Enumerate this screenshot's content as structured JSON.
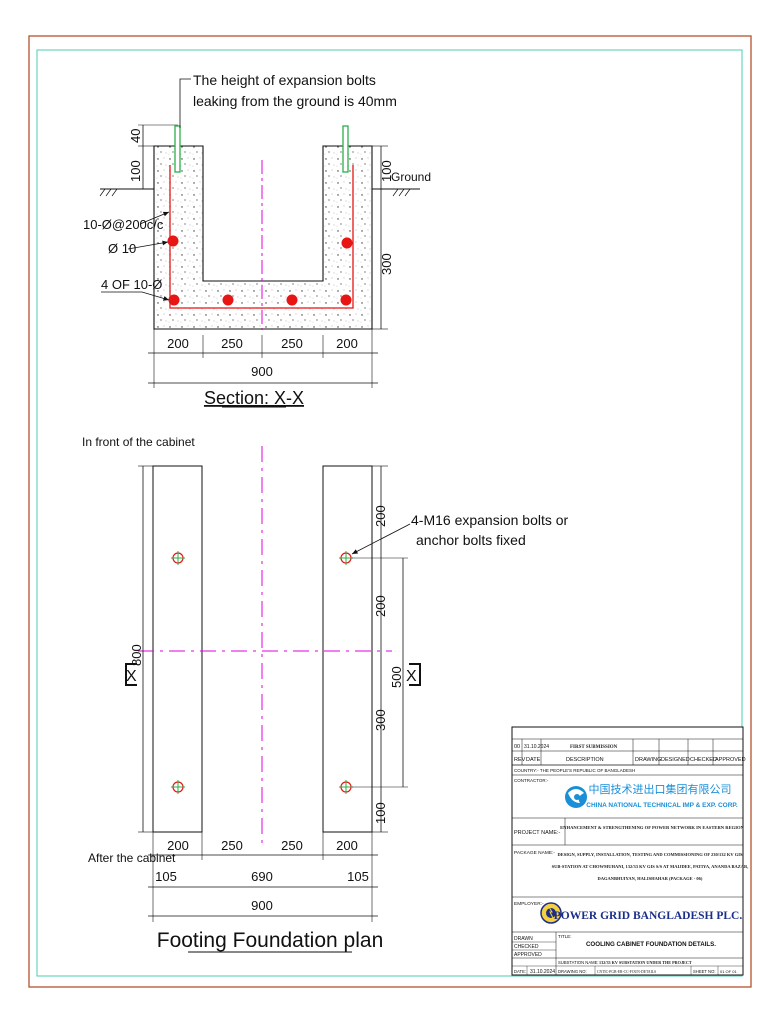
{
  "section": {
    "annotation_line1": "The height of expansion bolts",
    "annotation_line2": "leaking from the ground is 40mm",
    "dim_40": "40",
    "dim_100_left": "100",
    "dim_100_right": "100",
    "dim_300": "300",
    "ground_label": "Ground",
    "stirrup_label": "10-Ø@200c/c",
    "bar_label": "Ø 10",
    "bottom_bars_label": "4 OF 10-Ø",
    "dims_bottom": [
      "200",
      "250",
      "250",
      "200"
    ],
    "dim_total": "900",
    "title": "Section: X-X"
  },
  "plan": {
    "front_label": "In front of the cabinet",
    "bolts_label_line1": "4-M16 expansion bolts or",
    "bolts_label_line2": "anchor bolts fixed",
    "dims_right": [
      "200",
      "200",
      "300",
      "100"
    ],
    "dim_500": "500",
    "dim_800": "800",
    "x_label_left": "X",
    "x_label_right": "X",
    "dims_bottom": [
      "200",
      "250",
      "250",
      "200"
    ],
    "after_label": "After the cabinet",
    "dims_second": [
      "105",
      "690",
      "105"
    ],
    "dim_total": "900",
    "title": "Footing Foundation plan"
  },
  "title_block": {
    "rev_no": "00",
    "rev_date": "31.10.2024",
    "rev_desc": "FIRST SUBMISSION",
    "headers": [
      "REV",
      "DATE",
      "DESCRIPTION",
      "DRAWING",
      "DESIGNED",
      "CHECKED",
      "APPROVED"
    ],
    "country": "COUNTRY:- THE PEOPLE'S REPUBLIC OF BANGLADESH",
    "contractor_label": "CONTRACTOR:-",
    "contractor_cn": "中国技术进出口集团有限公司",
    "contractor_en": "CHINA NATIONAL TECHNICAL IMP & EXP. CORP.",
    "project_label": "PROJECT NAME:-",
    "project_name": "ENHANCEMENT & STRENGTHENING OF POWER NETWORK IN EASTERN REGION",
    "package_label": "PACKAGE NAME:-",
    "package_line1": "DESIGN, SUPPLY, INSTALLATION, TESTING AND COMMISSIONING OF 230/132 KV GIS",
    "package_line2": "SUB-STATION AT CHOWMUHANI, 132/33 KV GIS S/S AT MAIJDEE, PATIYA, ANANDA BAZAR,",
    "package_line3": "DAGANBHUIYAN, HALISHAHAR (PACKAGE - 06)",
    "employer_label": "EMPLOYER:-",
    "employer_name": "POWER GRID BANGLADESH PLC.",
    "drawn_label": "DRAWN",
    "checked_label": "CHECKED",
    "approved_label": "APPROVED",
    "title_label": "TITLE:",
    "drawing_title": "COOLING CABINET FOUNDATION DETAILS.",
    "substation_label": "SUBSTATION NAME:",
    "substation_name": "132/33 KV SUBSTATION UNDER THE PROJECT",
    "date_label": "DATE:",
    "date_value": "31.10.2024",
    "drawing_no_label": "DRAWING NO:",
    "drawing_no": "CNTIC-PGB-ER-CC-FOUN-DETAILS",
    "sheet_label": "SHEET NO:",
    "sheet_value": "01 OF 01"
  },
  "colors": {
    "border": "#b5522e",
    "inner_border": "#5ad2b8",
    "rebar": "#e81515",
    "axis": "#e000e0",
    "logo": "#1a8fd8",
    "employer": "#1b2f8a"
  }
}
